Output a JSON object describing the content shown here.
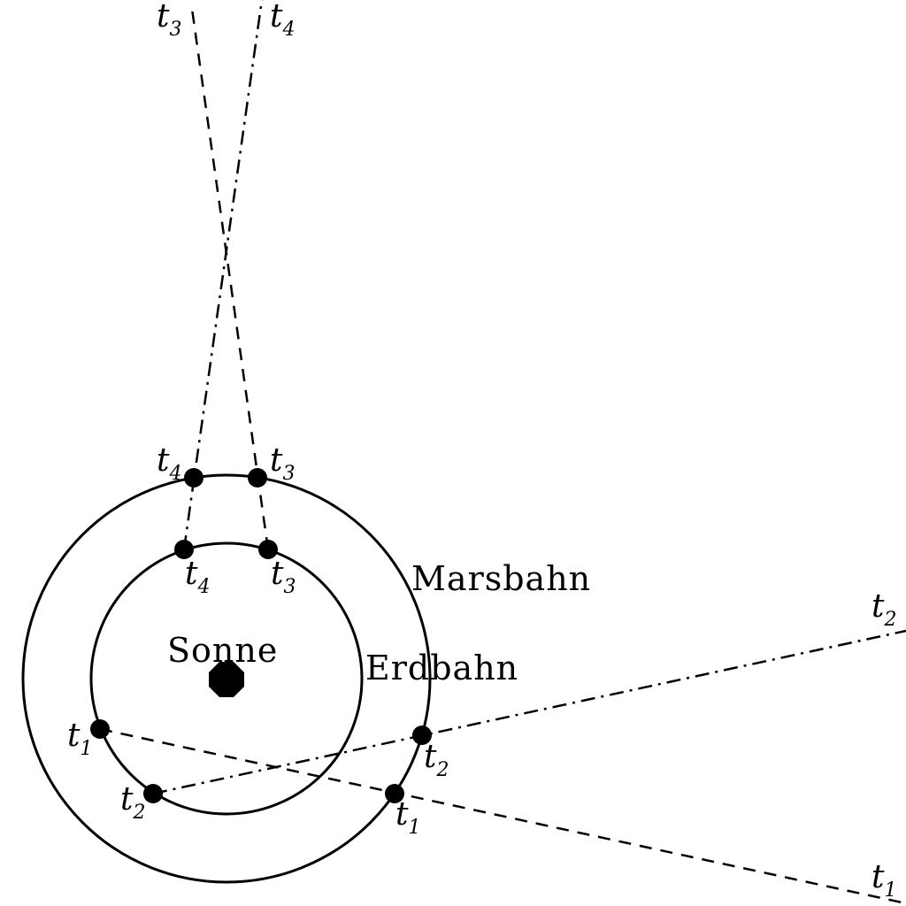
{
  "diagram": {
    "labels": {
      "sun": "Sonne",
      "earth_orbit": "Erdbahn",
      "mars_orbit": "Marsbahn"
    },
    "time_letter": "t",
    "time_subscripts": [
      "1",
      "2",
      "3",
      "4"
    ],
    "colors": {
      "ink": "#000000",
      "background": "#ffffff"
    }
  }
}
